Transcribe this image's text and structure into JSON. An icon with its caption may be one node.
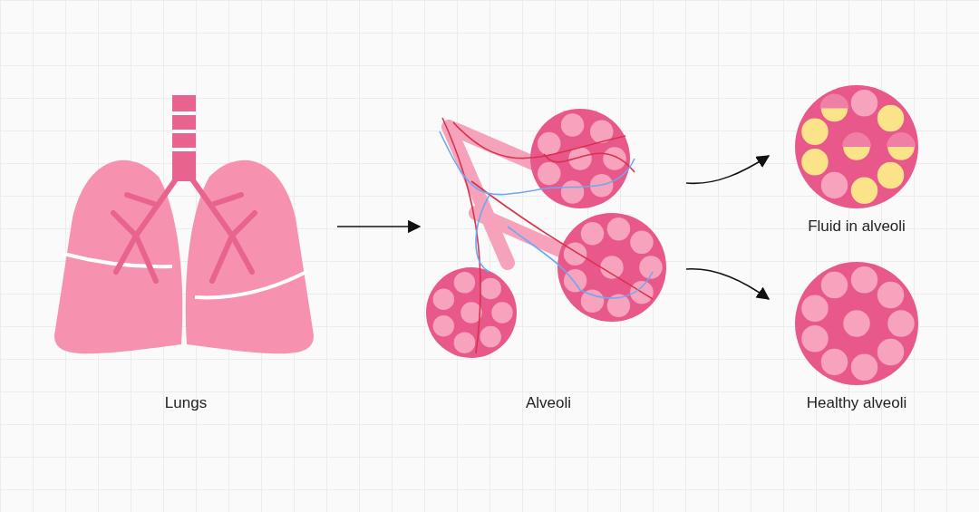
{
  "diagram": {
    "nodes": [
      {
        "text": [],
        "shape": "picture",
        "beside": [
          "Lungs"
        ]
      },
      {
        "text": [],
        "shape": "picture",
        "beside": [
          "Alveoli"
        ]
      },
      {
        "text": [],
        "shape": "picture",
        "beside": [
          "Fluid in alveoli"
        ]
      },
      {
        "text": [],
        "shape": "picture",
        "beside": [
          "Healthy alveoli"
        ]
      }
    ],
    "edges": [
      {
        "from": 0,
        "to": 1,
        "arrow": "to"
      },
      {
        "from": 1,
        "to": 2,
        "arrow": "to"
      },
      {
        "from": 1,
        "to": 3,
        "arrow": "to"
      }
    ]
  }
}
